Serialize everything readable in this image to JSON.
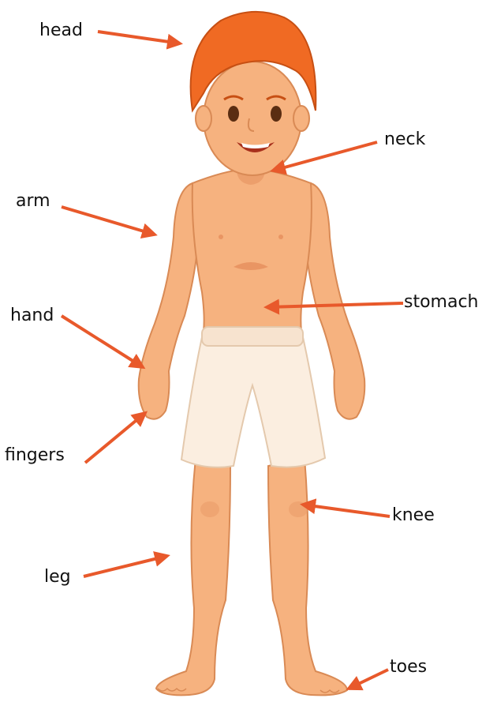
{
  "labels": {
    "head": "head",
    "neck": "neck",
    "arm": "arm",
    "hand": "hand",
    "stomach": "stomach",
    "fingers": "fingers",
    "knee": "knee",
    "leg": "leg",
    "toes": "toes"
  },
  "colors": {
    "arrow": "#e8592b",
    "skin": "#f6b27f",
    "skin_shade": "#e99563",
    "hair": "#f06a23",
    "shorts": "#fbeee0"
  }
}
